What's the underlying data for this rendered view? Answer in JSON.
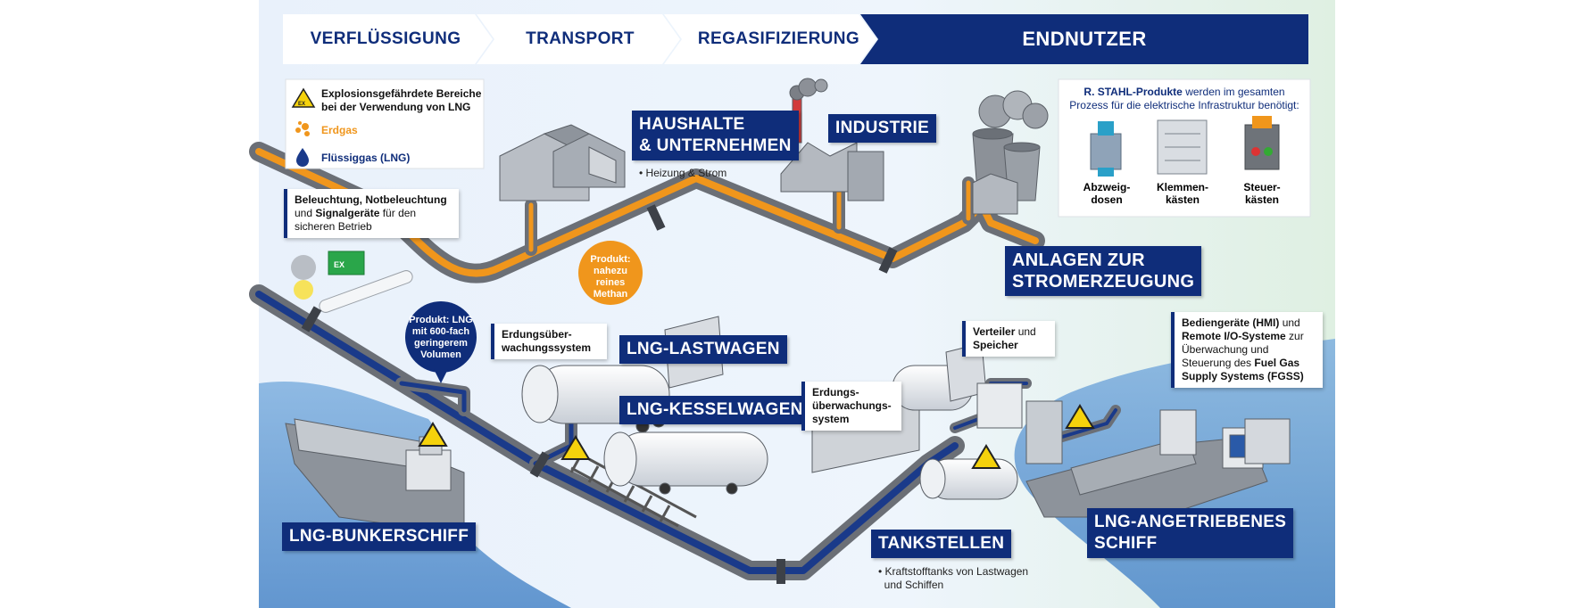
{
  "process_steps": [
    {
      "label": "VERFLÜSSIGUNG"
    },
    {
      "label": "TRANSPORT"
    },
    {
      "label": "REGASIFIZIERUNG"
    },
    {
      "label": "ENDNUTZER"
    }
  ],
  "legend": {
    "ex_title_1": "Explosionsgefährdete Bereiche",
    "ex_title_2": "bei der Verwendung von LNG",
    "erdgas": "Erdgas",
    "fluessiggas": "Flüssiggas (LNG)",
    "colors": {
      "erdgas": "#f0961c",
      "lng": "#1a3a8a"
    }
  },
  "products_box": {
    "line1_bold": "R. STAHL-Produkte",
    "line1_rest": " werden im gesamten",
    "line2": "Prozess für die elektrische Infrastruktur benötigt:",
    "items": [
      {
        "line1": "Abzweig-",
        "line2": "dosen"
      },
      {
        "line1": "Klemmen-",
        "line2": "kästen"
      },
      {
        "line1": "Steuer-",
        "line2": "kästen"
      }
    ]
  },
  "labels": {
    "haushalte_1": "HAUSHALTE",
    "haushalte_2": "& UNTERNEHMEN",
    "industrie": "INDUSTRIE",
    "anlagen_1": "ANLAGEN ZUR",
    "anlagen_2": "STROMERZEUGUNG",
    "lastwagen": "LNG-LASTWAGEN",
    "kesselwagen": "LNG-KESSELWAGEN",
    "bunkerschiff": "LNG-BUNKERSCHIFF",
    "tankstellen": "TANKSTELLEN",
    "schiff_1": "LNG-ANGETRIEBENES",
    "schiff_2": "SCHIFF"
  },
  "bullets": {
    "heizung": "Heizung & Strom",
    "tank_1": "Kraftstofftanks von Lastwagen",
    "tank_2": "und Schiffen"
  },
  "notes": {
    "beleuchtung": {
      "b1": "Beleuchtung, Notbeleuchtung",
      "t2a": "und ",
      "b2": "Signalgeräte",
      "t2b": " für den",
      "t3": "sicheren Betrieb"
    },
    "erdung1": {
      "l1": "Erdungsüber-",
      "l2": "wachungssystem"
    },
    "erdung2": {
      "l1": "Erdungs-",
      "l2": "überwachungs-",
      "l3": "system"
    },
    "verteiler": {
      "b1": "Verteiler",
      "t1": " und",
      "b2": "Speicher"
    },
    "hmi": {
      "b1": "Bediengeräte (HMI)",
      "t1": " und",
      "b2": "Remote I/O-Systeme",
      "t2": " zur",
      "t3": "Überwachung und",
      "t4a": "Steuerung des ",
      "b4": "Fuel Gas",
      "b5": "Supply Systems (FGSS)"
    }
  },
  "circles": {
    "methan": [
      "Produkt:",
      "nahezu reines",
      "Methan"
    ],
    "lng": [
      "Produkt: LNG",
      "mit 600-fach",
      "geringerem",
      "Volumen"
    ]
  },
  "icons": [
    "ex-warning-icon",
    "erdgas-bubbles-icon",
    "lng-drop-icon",
    "exit-sign-icon"
  ]
}
